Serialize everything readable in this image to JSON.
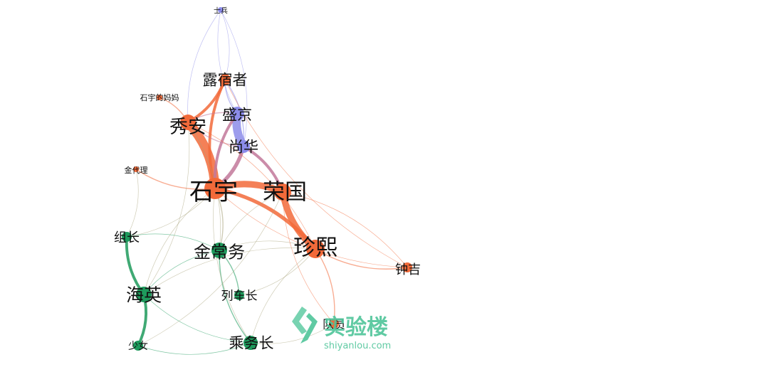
{
  "colors": {
    "orange": "#f26a3a",
    "purple": "#8c8cea",
    "green": "#1e9a5c",
    "mixed_orange_purple": "#c2789a",
    "mixed_orange_green": "#a8a27a",
    "watermark": "#4fc59a"
  },
  "nodes": [
    {
      "id": "soldier",
      "label": "士兵",
      "group": "purple"
    },
    {
      "id": "camper",
      "label": "露宿者",
      "group": "orange"
    },
    {
      "id": "shiyu_mom",
      "label": "石宇的妈妈",
      "group": "orange"
    },
    {
      "id": "xiuan",
      "label": "秀安",
      "group": "orange"
    },
    {
      "id": "shengjing",
      "label": "盛京",
      "group": "purple"
    },
    {
      "id": "shanghua",
      "label": "尚华",
      "group": "purple"
    },
    {
      "id": "jin_dl",
      "label": "金代理",
      "group": "orange"
    },
    {
      "id": "shiyu",
      "label": "石宇",
      "group": "orange"
    },
    {
      "id": "rongguo",
      "label": "荣国",
      "group": "orange"
    },
    {
      "id": "zhenxi",
      "label": "珍熙",
      "group": "orange"
    },
    {
      "id": "zuzhang",
      "label": "组长",
      "group": "green"
    },
    {
      "id": "jin_cw",
      "label": "金常务",
      "group": "green"
    },
    {
      "id": "zhongji",
      "label": "钟吉",
      "group": "orange"
    },
    {
      "id": "haiying",
      "label": "海英",
      "group": "green"
    },
    {
      "id": "lieche",
      "label": "列车长",
      "group": "green"
    },
    {
      "id": "duiyuan",
      "label": "队员",
      "group": "orange"
    },
    {
      "id": "shaonv",
      "label": "少女",
      "group": "green"
    },
    {
      "id": "chengwu",
      "label": "乘务长",
      "group": "green"
    }
  ],
  "edges": [
    {
      "source": "shiyu",
      "target": "xiuan",
      "weight": 10,
      "color": "orange"
    },
    {
      "source": "shiyu",
      "target": "rongguo",
      "weight": 7,
      "color": "orange"
    },
    {
      "source": "rongguo",
      "target": "zhenxi",
      "weight": 7,
      "color": "orange"
    },
    {
      "source": "shiyu",
      "target": "zhenxi",
      "weight": 4,
      "color": "orange"
    },
    {
      "source": "xiuan",
      "target": "camper",
      "weight": 3,
      "color": "orange"
    },
    {
      "source": "shiyu",
      "target": "camper",
      "weight": 3,
      "color": "orange"
    },
    {
      "source": "xiuan",
      "target": "shiyu_mom",
      "weight": 2,
      "color": "orange"
    },
    {
      "source": "shiyu",
      "target": "jin_dl",
      "weight": 2,
      "color": "orange"
    },
    {
      "source": "shengjing",
      "target": "shanghua",
      "weight": 9,
      "color": "purple"
    },
    {
      "source": "shengjing",
      "target": "camper",
      "weight": 2,
      "color": "purple"
    },
    {
      "source": "shanghua",
      "target": "camper",
      "weight": 2,
      "color": "purple"
    },
    {
      "source": "shanghua",
      "target": "shiyu",
      "weight": 4,
      "color": "mixed_orange_purple"
    },
    {
      "source": "shengjing",
      "target": "shiyu",
      "weight": 3,
      "color": "mixed_orange_purple"
    },
    {
      "source": "shanghua",
      "target": "rongguo",
      "weight": 3,
      "color": "mixed_orange_purple"
    },
    {
      "source": "shengjing",
      "target": "xiuan",
      "weight": 2,
      "color": "mixed_orange_purple"
    },
    {
      "source": "shanghua",
      "target": "xiuan",
      "weight": 2,
      "color": "mixed_orange_purple"
    },
    {
      "source": "soldier",
      "target": "shengjing",
      "weight": 1,
      "color": "purple"
    },
    {
      "source": "soldier",
      "target": "shanghua",
      "weight": 1,
      "color": "purple"
    },
    {
      "source": "soldier",
      "target": "xiuan",
      "weight": 1,
      "color": "purple"
    },
    {
      "source": "soldier",
      "target": "camper",
      "weight": 1,
      "color": "purple"
    },
    {
      "source": "zuzhang",
      "target": "haiying",
      "weight": 3,
      "color": "green"
    },
    {
      "source": "haiying",
      "target": "shaonv",
      "weight": 3,
      "color": "green"
    },
    {
      "source": "jin_cw",
      "target": "chengwu",
      "weight": 2,
      "color": "green"
    },
    {
      "source": "jin_cw",
      "target": "lieche",
      "weight": 2,
      "color": "green"
    },
    {
      "source": "haiying",
      "target": "chengwu",
      "weight": 1,
      "color": "green"
    },
    {
      "source": "haiying",
      "target": "jin_cw",
      "weight": 1,
      "color": "green"
    },
    {
      "source": "shaonv",
      "target": "chengwu",
      "weight": 1,
      "color": "green"
    },
    {
      "source": "zuzhang",
      "target": "jin_cw",
      "weight": 1,
      "color": "green"
    },
    {
      "source": "jin_cw",
      "target": "shiyu",
      "weight": 2,
      "color": "mixed_orange_green"
    },
    {
      "source": "jin_cw",
      "target": "rongguo",
      "weight": 1,
      "color": "mixed_orange_green"
    },
    {
      "source": "jin_cw",
      "target": "xiuan",
      "weight": 1,
      "color": "mixed_orange_green"
    },
    {
      "source": "jin_cw",
      "target": "zhenxi",
      "weight": 1,
      "color": "mixed_orange_green"
    },
    {
      "source": "zuzhang",
      "target": "shiyu",
      "weight": 1,
      "color": "mixed_orange_green"
    },
    {
      "source": "haiying",
      "target": "shiyu",
      "weight": 1,
      "color": "mixed_orange_green"
    },
    {
      "source": "haiying",
      "target": "xiuan",
      "weight": 1,
      "color": "mixed_orange_green"
    },
    {
      "source": "jin_dl",
      "target": "zuzhang",
      "weight": 1,
      "color": "mixed_orange_green"
    },
    {
      "source": "zhenxi",
      "target": "zhongji",
      "weight": 2,
      "color": "orange"
    },
    {
      "source": "rongguo",
      "target": "zhongji",
      "weight": 1,
      "color": "orange"
    },
    {
      "source": "shiyu",
      "target": "zhongji",
      "weight": 1,
      "color": "orange"
    },
    {
      "source": "zhenxi",
      "target": "duiyuan",
      "weight": 2,
      "color": "orange"
    },
    {
      "source": "rongguo",
      "target": "duiyuan",
      "weight": 1,
      "color": "orange"
    },
    {
      "source": "duiyuan",
      "target": "chengwu",
      "weight": 1,
      "color": "mixed_orange_green"
    },
    {
      "source": "zhenxi",
      "target": "chengwu",
      "weight": 1,
      "color": "mixed_orange_green"
    },
    {
      "source": "zhenxi",
      "target": "lieche",
      "weight": 1,
      "color": "mixed_orange_green"
    },
    {
      "source": "camper",
      "target": "zhongji",
      "weight": 1,
      "color": "orange"
    },
    {
      "source": "xiuan",
      "target": "zhenxi",
      "weight": 1,
      "color": "orange"
    },
    {
      "source": "zhenxi",
      "target": "haiying",
      "weight": 1,
      "color": "mixed_orange_green"
    },
    {
      "source": "rongguo",
      "target": "shaonv",
      "weight": 1,
      "color": "mixed_orange_green"
    },
    {
      "source": "shiyu",
      "target": "chengwu",
      "weight": 1,
      "color": "mixed_orange_green"
    }
  ],
  "watermark": {
    "text": "实验楼",
    "url": "shiyanlou.com",
    "icon": "shiyanlou-logo"
  }
}
